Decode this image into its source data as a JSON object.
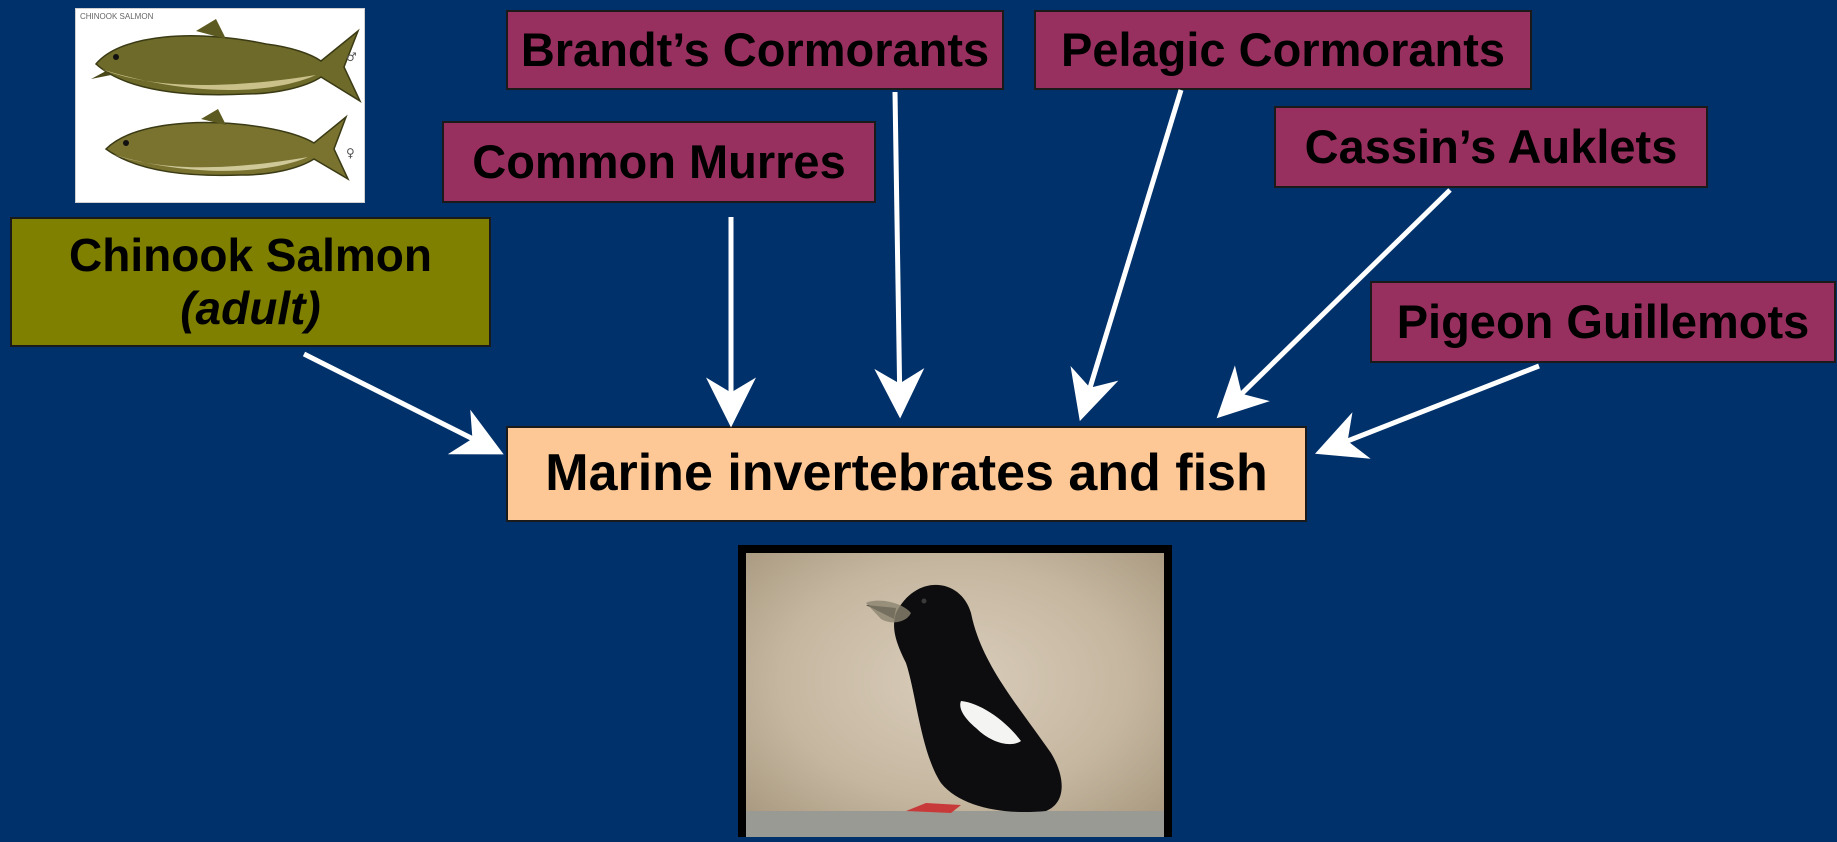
{
  "predators": {
    "brandts_cormorants": "Brandt’s Cormorants",
    "pelagic_cormorants": "Pelagic Cormorants",
    "common_murres": "Common Murres",
    "cassins_auklets": "Cassin’s Auklets",
    "pigeon_guillemots": "Pigeon Guillemots"
  },
  "salmon": {
    "name": "Chinook Salmon",
    "stage": "(adult)",
    "image_caption": "CHINOOK SALMON",
    "male_symbol": "♂",
    "female_symbol": "♀"
  },
  "prey": {
    "label": "Marine invertebrates and fish"
  },
  "colors": {
    "background": "#00316a",
    "predator_box": "#98305f",
    "salmon_box": "#7f7f00",
    "prey_box": "#fdc896",
    "arrow": "#ffffff"
  }
}
